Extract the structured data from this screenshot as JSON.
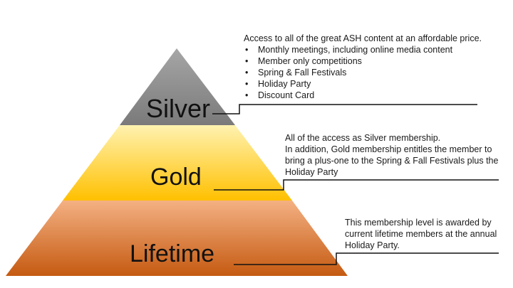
{
  "tiers": {
    "silver": {
      "label": "Silver",
      "intro": "Access to all of the great ASH content at an affordable price.",
      "benefits": [
        "Monthly meetings, including online media content",
        "Member only competitions",
        "Spring & Fall Festivals",
        "Holiday Party",
        "Discount Card"
      ],
      "color_top": "#a6a6a6",
      "color_bottom": "#7a7a7a"
    },
    "gold": {
      "label": "Gold",
      "lines": [
        "All of the access as Silver membership.",
        "In addition, Gold membership entitles the member to bring a plus-one to the Spring & Fall Festivals plus the Holiday Party"
      ],
      "color_top": "#fff2b0",
      "color_bottom": "#ffc000"
    },
    "lifetime": {
      "label": "Lifetime",
      "lines": [
        "This membership level is awarded by current lifetime members at the annual Holiday Party."
      ],
      "color_top": "#f4b183",
      "color_bottom": "#c55a11"
    }
  }
}
